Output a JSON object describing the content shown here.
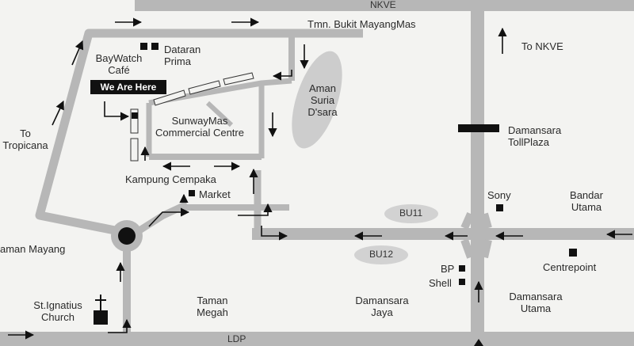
{
  "roads": {
    "nkve": "NKVE",
    "ldp": "LDP",
    "bu11": "BU11",
    "bu12": "BU12"
  },
  "marker": {
    "we_are_here": "We Are Here"
  },
  "places": {
    "tmn_bukit": "Tmn. Bukit MayangMas",
    "baywatch": [
      "BayWatch",
      "Café"
    ],
    "dataran": [
      "Dataran",
      "Prima"
    ],
    "aman_suria": [
      "Aman",
      "Suria",
      "D'sara"
    ],
    "to_nkve": "To NKVE",
    "sunwaymas": [
      "SunwayMas",
      "Commercial Centre"
    ],
    "toll_plaza": [
      "Damansara",
      "TollPlaza"
    ],
    "to_tropicana": [
      "To",
      "Tropicana"
    ],
    "kampung": "Kampung Cempaka",
    "market": "Market",
    "sony": "Sony",
    "bandar_utama": [
      "Bandar",
      "Utama"
    ],
    "taman_mayang": "aman Mayang",
    "centrepoint": "Centrepoint",
    "bp": "BP",
    "shell": "Shell",
    "st_ignatius": [
      "St.Ignatius",
      "Church"
    ],
    "taman_megah": [
      "Taman",
      "Megah"
    ],
    "damansara_jaya": [
      "Damansara",
      "Jaya"
    ],
    "damansara_utama": [
      "Damansara",
      "Utama"
    ]
  },
  "colors": {
    "road": "#b7b7b7",
    "lake": "#cdcdcd",
    "ink": "#111111",
    "background": "#f3f3f1"
  }
}
